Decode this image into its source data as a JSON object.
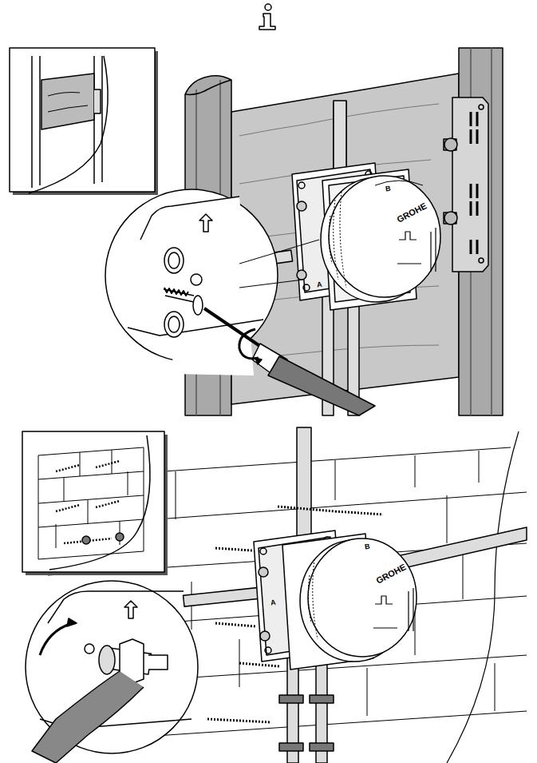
{
  "diagram": {
    "labels": [
      "GROHE",
      "B",
      "A",
      "GROHE",
      "B",
      "A"
    ]
  }
}
